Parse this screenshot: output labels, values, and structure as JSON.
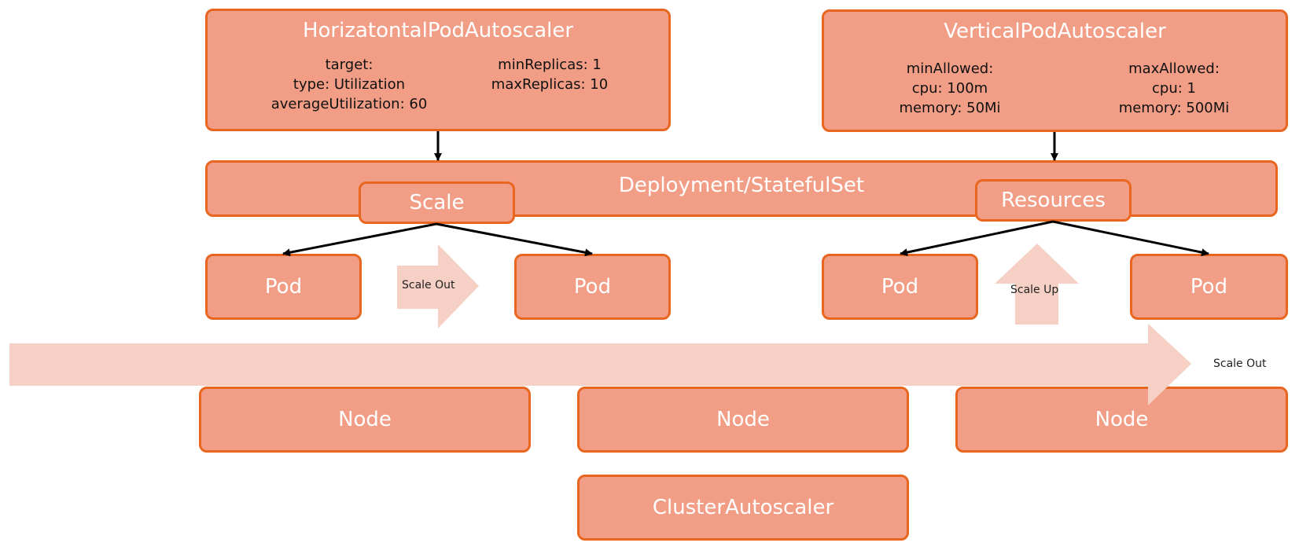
{
  "hpa": {
    "title": "HorizatontalPodAutoscaler",
    "left_lines": [
      "target:",
      "type: Utilization",
      "averageUtilization: 60"
    ],
    "right_lines": [
      "minReplicas: 1",
      "maxReplicas: 10"
    ]
  },
  "vpa": {
    "title": "VerticalPodAutoscaler",
    "left_lines": [
      "minAllowed:",
      "cpu: 100m",
      "memory: 50Mi"
    ],
    "right_lines": [
      "maxAllowed:",
      "cpu: 1",
      "memory: 500Mi"
    ]
  },
  "deployment": {
    "label": "Deployment/StatefulSet"
  },
  "scale": {
    "label": "Scale"
  },
  "resources": {
    "label": "Resources"
  },
  "pods": [
    "Pod",
    "Pod",
    "Pod",
    "Pod"
  ],
  "nodes": [
    "Node",
    "Node",
    "Node"
  ],
  "cluster_autoscaler": {
    "label": "ClusterAutoscaler"
  },
  "arrows": {
    "pod_scale_out": "Scale Out",
    "pod_scale_up": "Scale Up",
    "node_scale_out": "Scale Out"
  },
  "colors": {
    "box_fill": "#f29e86",
    "box_border": "#e8661f",
    "arrow_fill": "#f6d0c4"
  }
}
